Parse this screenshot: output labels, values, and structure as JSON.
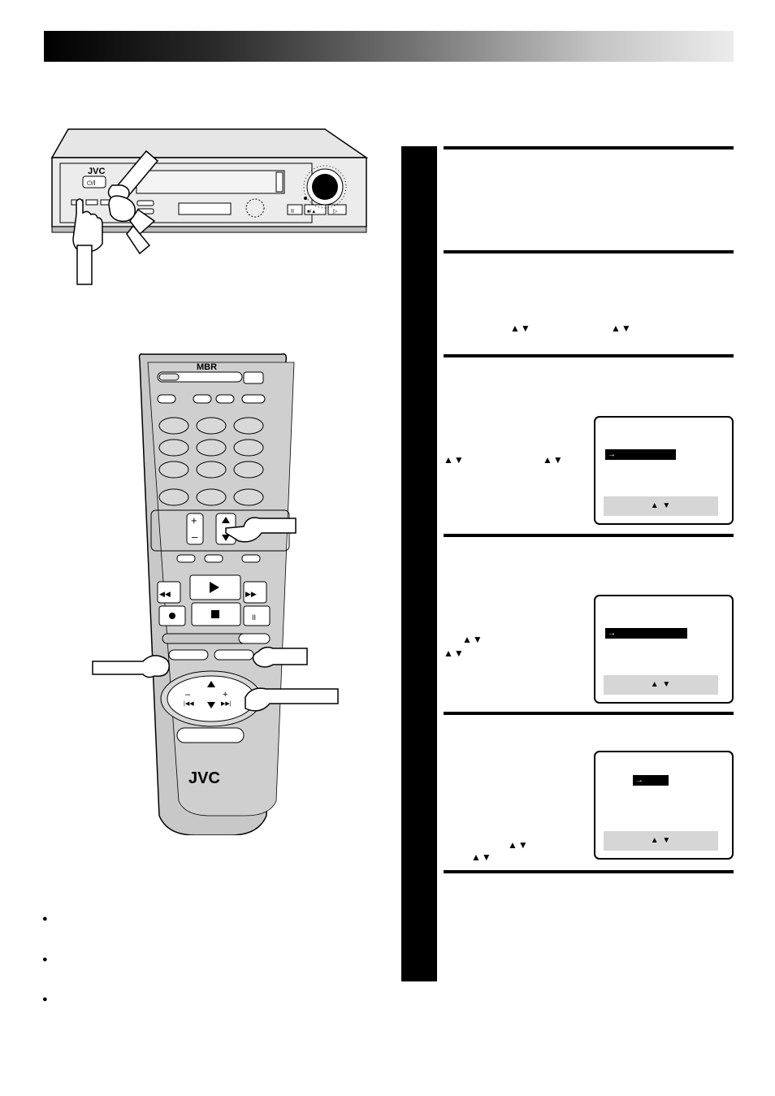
{
  "vcr": {
    "brand": "JVC",
    "power_symbol": "⏻/I",
    "pause_label": "II",
    "stop_eject_label": "■/▲",
    "play_label": "▷"
  },
  "remote": {
    "logo_top": "MBR",
    "brand": "JVC",
    "plus_symbol": "+",
    "minus_symbol": "–"
  },
  "steps": {
    "step2_arrows_a": "▲▼",
    "step2_arrows_b": "▲▼",
    "step3_arrows_a": "▲▼",
    "step3_arrows_b": "▲▼",
    "step4_arrows_a": "▲▼",
    "step4_arrows_b": "▲▼",
    "step5_arrows_a": "▲▼",
    "step5_arrows_b": "▲▼"
  },
  "osd": {
    "screen1": {
      "pointer": "→",
      "footer": "▲ ▼"
    },
    "screen2": {
      "pointer": "→",
      "footer": "▲ ▼"
    },
    "screen3": {
      "pointer": "→",
      "footer": "▲ ▼"
    }
  },
  "notes": {
    "bullet_symbol": "●"
  }
}
